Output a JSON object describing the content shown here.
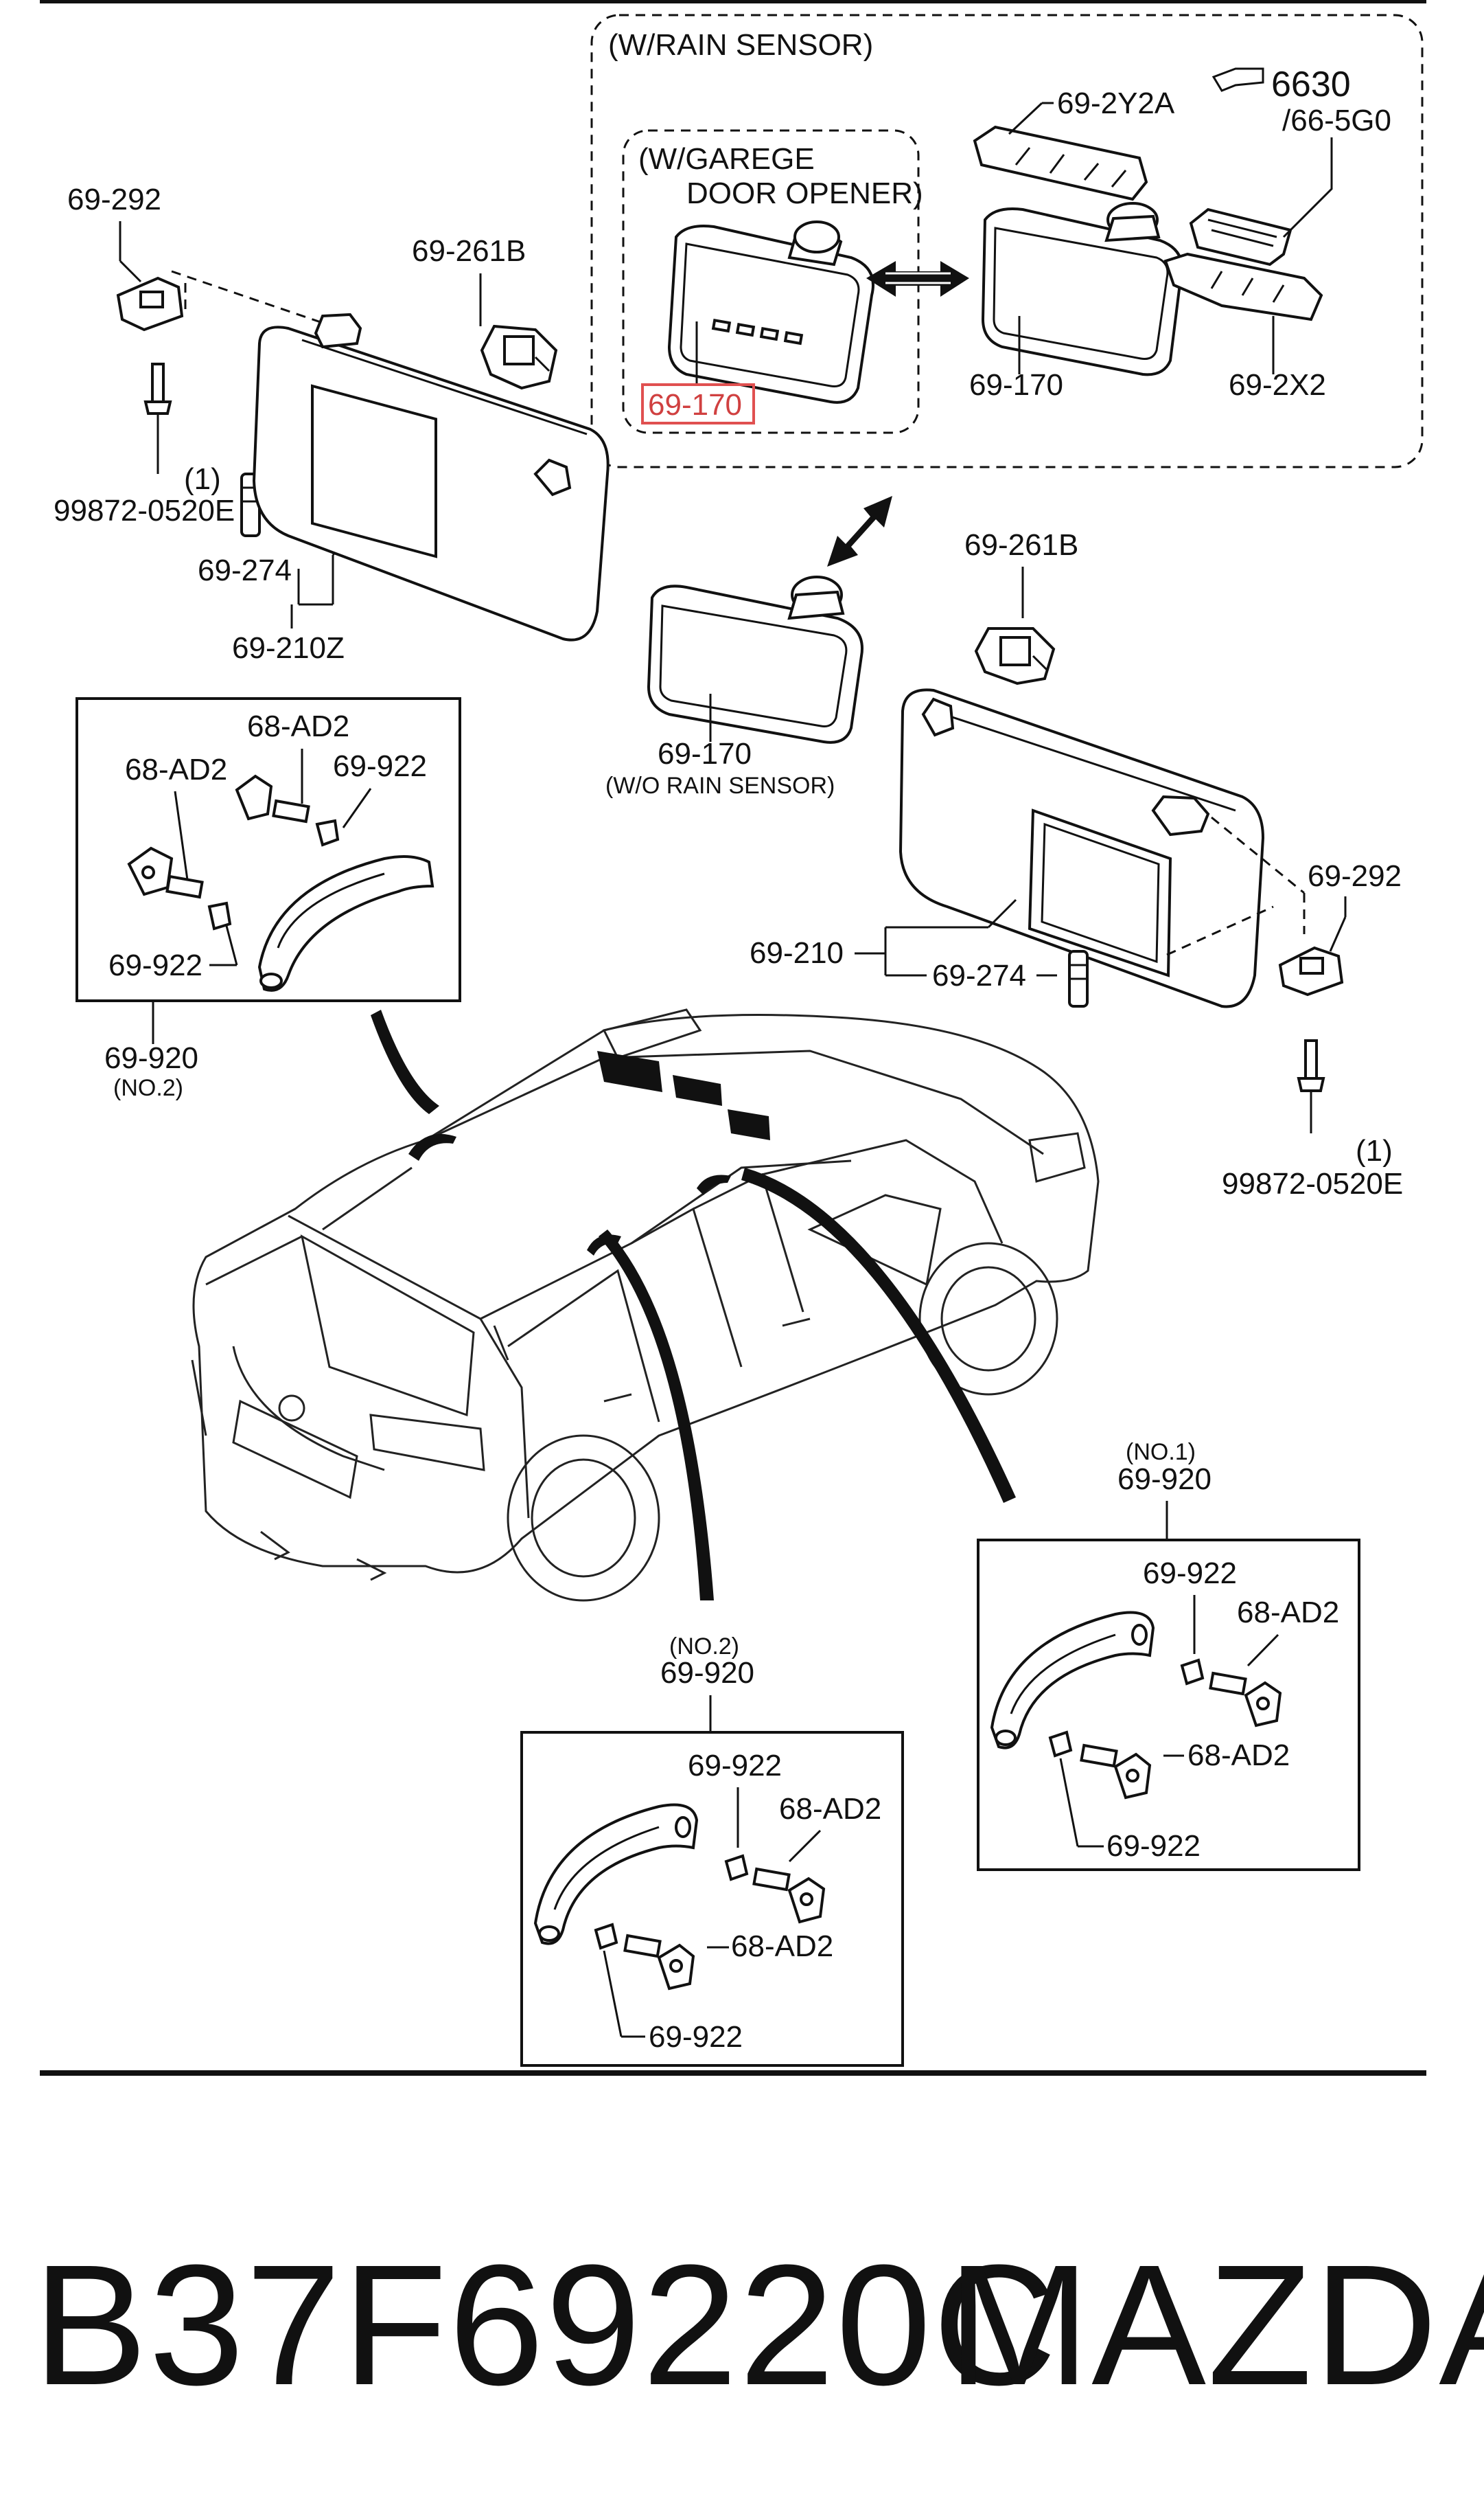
{
  "diagram": {
    "groups": {
      "rain_sensor": "(W/RAIN SENSOR)",
      "garage_line1": "(W/GAREGE",
      "garage_line2": "DOOR OPENER)",
      "wo_rain_sensor": "(W/O RAIN SENSOR)"
    },
    "labels": {
      "l_69_292_left": "69-292",
      "l_bolt_left": "99872-0520E",
      "l_qty_left": "(1)",
      "l_69_274_left": "69-274",
      "l_69_210z": "69-210Z",
      "l_69_261b_top": "69-261B",
      "l_69_170_highlight": "69-170",
      "l_69_2y2a": "69-2Y2A",
      "l_6630": "6630",
      "l_66_5g0": "/66-5G0",
      "l_69_170_rain": "69-170",
      "l_69_2x2": "69-2X2",
      "l_69_261b_mid": "69-261B",
      "l_69_170_wo": "69-170",
      "l_69_292_right": "69-292",
      "l_69_210": "69-210",
      "l_69_274_right": "69-274",
      "l_qty_right": "(1)",
      "l_bolt_right": "99872-0520E"
    },
    "handle_box_left": {
      "ad2_top": "68-AD2",
      "ad2_left": "68-AD2",
      "p922_top": "69-922",
      "p922_bottom": "69-922",
      "part": "69-920",
      "note": "(NO.2)"
    },
    "handle_box_center": {
      "note": "(NO.2)",
      "part": "69-920",
      "p922_top": "69-922",
      "ad2_top": "68-AD2",
      "ad2_bottom": "68-AD2",
      "p922_bottom": "69-922"
    },
    "handle_box_right": {
      "note": "(NO.1)",
      "part": "69-920",
      "p922_top": "69-922",
      "ad2_top": "68-AD2",
      "ad2_bottom": "68-AD2",
      "p922_bottom": "69-922"
    }
  },
  "footer": {
    "part_number": "B37F69220C",
    "brand": "MAZDA"
  },
  "colors": {
    "ink": "#111111",
    "highlight_box": "#e05050",
    "highlight_text": "#d04040"
  }
}
